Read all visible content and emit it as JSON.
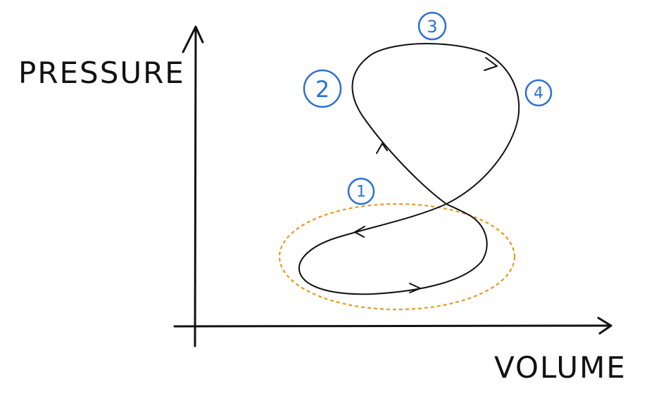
{
  "axes": {
    "y_label": "PRESSURE",
    "x_label": "VOLUME"
  },
  "stages": [
    {
      "id": "1",
      "label": "1"
    },
    {
      "id": "2",
      "label": "2"
    },
    {
      "id": "3",
      "label": "3"
    },
    {
      "id": "4",
      "label": "4"
    }
  ],
  "colors": {
    "ink": "#111111",
    "marker": "#2a6fd6",
    "highlight": "#e69a1f"
  }
}
